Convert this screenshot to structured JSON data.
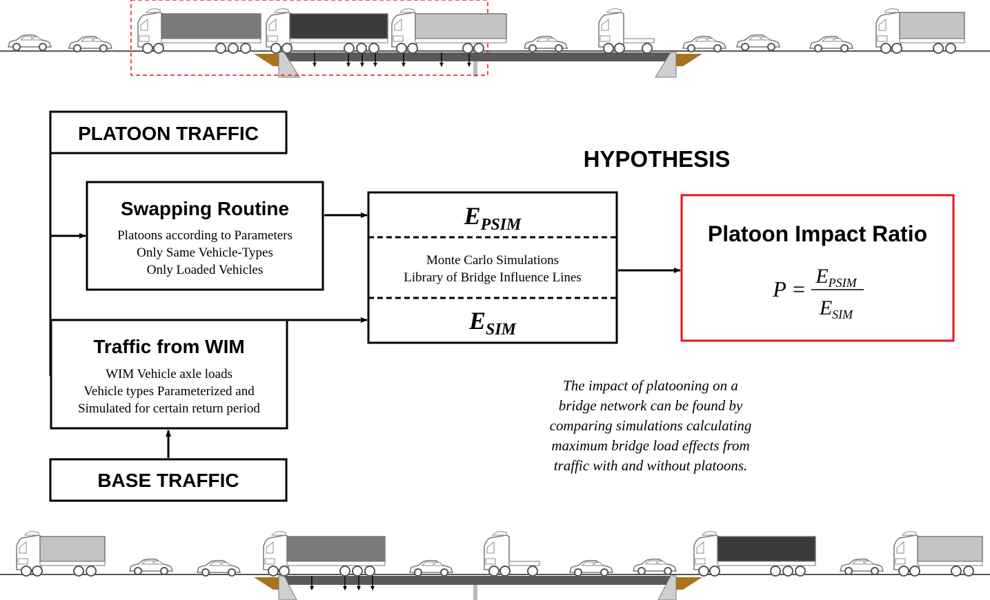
{
  "diagram": {
    "platoon_traffic": {
      "label": "PLATOON TRAFFIC"
    },
    "base_traffic": {
      "label": "BASE TRAFFIC"
    },
    "swapping_routine": {
      "title": "Swapping Routine",
      "lines": [
        "Platoons according to Parameters",
        "Only Same Vehicle-Types",
        "Only Loaded Vehicles"
      ]
    },
    "traffic_wim": {
      "title": "Traffic from WIM",
      "lines": [
        "WIM Vehicle axle loads",
        "Vehicle types Parameterized and",
        "Simulated for certain return period"
      ]
    },
    "simulation": {
      "e_psim_main": "E",
      "e_psim_sub": "PSIM",
      "lines": [
        "Monte Carlo Simulations",
        "Library of Bridge Influence Lines"
      ],
      "e_sim_main": "E",
      "e_sim_sub": "SIM"
    },
    "hypothesis": {
      "label": "HYPOTHESIS",
      "lines": [
        "The impact of platooning on a",
        "bridge network can be found by",
        "comparing simulations calculating",
        "maximum bridge load effects from",
        "traffic with and without platoons."
      ]
    },
    "platoon_impact": {
      "title": "Platoon Impact Ratio",
      "formula_lhs": "P",
      "formula_eq": "=",
      "num_main": "E",
      "num_sub": "PSIM",
      "den_main": "E",
      "den_sub": "SIM"
    }
  },
  "colors": {
    "box_stroke": "#000000",
    "highlight_red": "#e3141b",
    "truck_dark": "#3a3a3a",
    "truck_mid": "#7a7a7a",
    "truck_light": "#c4c4c4",
    "bridge_deck": "#595959",
    "abutment_brown": "#a8741e"
  }
}
